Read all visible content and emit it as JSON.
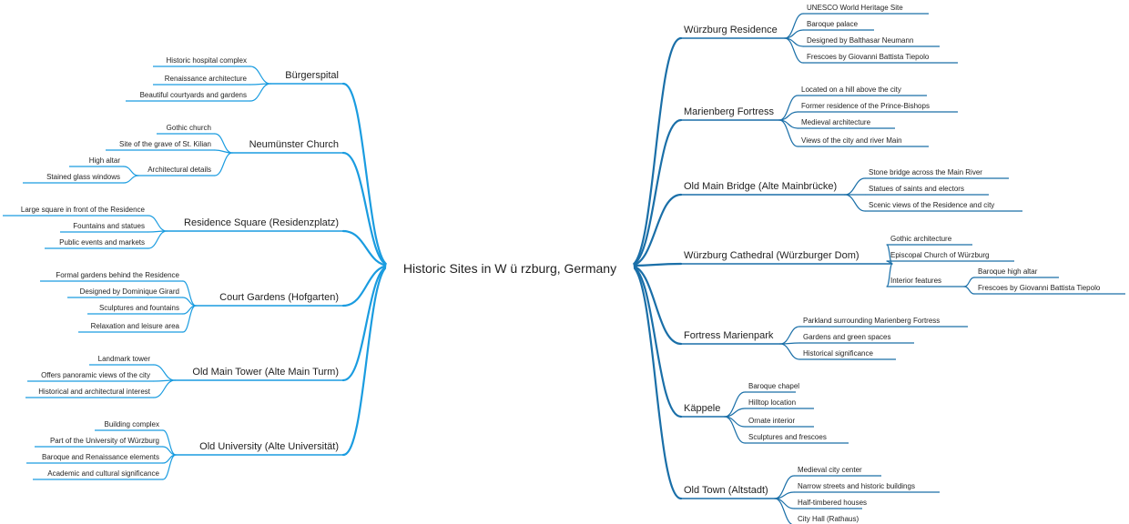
{
  "root": {
    "label": "Historic Sites in W ü rzburg, Germany"
  },
  "colors": {
    "background": "#ffffff",
    "root_fill": "#ffffff",
    "text": "#1f1f1f",
    "left_branch": "#1a9ce0",
    "left_branch_dark": "#1a6fa8",
    "right_branch": "#1a6fa8",
    "right_branch_dark": "#114f7e"
  },
  "branches": {
    "left": [
      {
        "label": "Bürgerspital",
        "children": [
          {
            "label": "Historic hospital complex"
          },
          {
            "label": "Renaissance architecture"
          },
          {
            "label": "Beautiful courtyards and gardens"
          }
        ]
      },
      {
        "label": "Neumünster Church",
        "children": [
          {
            "label": "Gothic church"
          },
          {
            "label": "Site of the grave of St. Kilian"
          },
          {
            "label": "Architectural details",
            "children": [
              {
                "label": "High altar"
              },
              {
                "label": "Stained glass windows"
              }
            ]
          }
        ]
      },
      {
        "label": "Residence Square (Residenzplatz)",
        "children": [
          {
            "label": "Large square in front of the Residence"
          },
          {
            "label": "Fountains and statues"
          },
          {
            "label": "Public events and markets"
          }
        ]
      },
      {
        "label": "Court Gardens (Hofgarten)",
        "children": [
          {
            "label": "Formal gardens behind the Residence"
          },
          {
            "label": "Designed by Dominique Girard"
          },
          {
            "label": "Sculptures and fountains"
          },
          {
            "label": "Relaxation and leisure area"
          }
        ]
      },
      {
        "label": "Old Main Tower (Alte Main Turm)",
        "children": [
          {
            "label": "Landmark tower"
          },
          {
            "label": "Offers panoramic views of the city"
          },
          {
            "label": "Historical and architectural interest"
          }
        ]
      },
      {
        "label": "Old University (Alte Universität)",
        "children": [
          {
            "label": "Building complex"
          },
          {
            "label": "Part of the University of Würzburg"
          },
          {
            "label": "Baroque and Renaissance elements"
          },
          {
            "label": "Academic and cultural significance"
          }
        ]
      }
    ],
    "right": [
      {
        "label": "Würzburg Residence",
        "children": [
          {
            "label": "UNESCO World Heritage Site"
          },
          {
            "label": "Baroque palace"
          },
          {
            "label": "Designed by Balthasar Neumann"
          },
          {
            "label": "Frescoes by Giovanni Battista Tiepolo"
          }
        ]
      },
      {
        "label": "Marienberg Fortress",
        "children": [
          {
            "label": "Located on a hill above the city"
          },
          {
            "label": "Former residence of the Prince-Bishops"
          },
          {
            "label": "Medieval architecture"
          },
          {
            "label": "Views of the city and river Main"
          }
        ]
      },
      {
        "label": "Old Main Bridge (Alte Mainbrücke)",
        "children": [
          {
            "label": "Stone bridge across the Main River"
          },
          {
            "label": "Statues of saints and electors"
          },
          {
            "label": "Scenic views of the Residence and city"
          }
        ]
      },
      {
        "label": "Würzburg Cathedral (Würzburger Dom)",
        "children": [
          {
            "label": "Gothic architecture"
          },
          {
            "label": "Episcopal Church of Würzburg"
          },
          {
            "label": "Interior features",
            "children": [
              {
                "label": "Baroque high altar"
              },
              {
                "label": "Frescoes by Giovanni Battista Tiepolo"
              }
            ]
          }
        ]
      },
      {
        "label": "Fortress Marienpark",
        "children": [
          {
            "label": "Parkland surrounding Marienberg Fortress"
          },
          {
            "label": "Gardens and green spaces"
          },
          {
            "label": "Historical significance"
          }
        ]
      },
      {
        "label": "Käppele",
        "children": [
          {
            "label": "Baroque chapel"
          },
          {
            "label": "Hilltop location"
          },
          {
            "label": "Ornate interior"
          },
          {
            "label": "Sculptures and frescoes"
          }
        ]
      },
      {
        "label": "Old Town (Altstadt)",
        "children": [
          {
            "label": "Medieval city center"
          },
          {
            "label": "Narrow streets and historic buildings"
          },
          {
            "label": "Half-timbered houses"
          },
          {
            "label": "City Hall (Rathaus)"
          }
        ]
      }
    ]
  }
}
